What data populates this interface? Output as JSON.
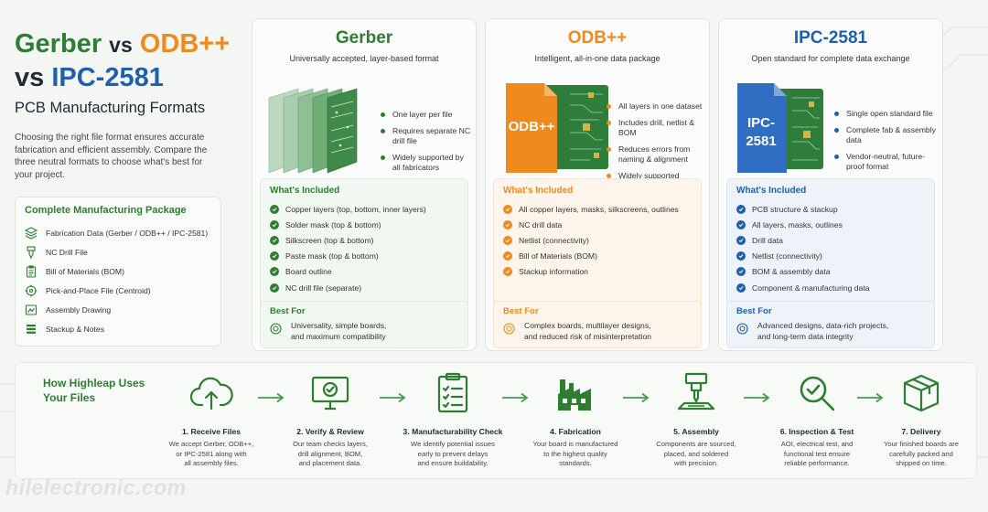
{
  "header": {
    "title_part1": "Gerber",
    "title_vs1": "vs",
    "title_part2": "ODB++",
    "title_vs2": "vs",
    "title_part3": "IPC-2581",
    "subtitle": "PCB Manufacturing Formats",
    "intro": "Choosing the right file format ensures accurate fabrication and efficient assembly. Compare the three neutral formats to choose what's best for your project."
  },
  "package": {
    "title": "Complete Manufacturing Package",
    "items": [
      {
        "label": "Fabrication Data (Gerber / ODB++ / IPC-2581)",
        "icon": "layers-icon"
      },
      {
        "label": "NC Drill File",
        "icon": "drill-icon"
      },
      {
        "label": "Bill of Materials (BOM)",
        "icon": "clipboard-icon"
      },
      {
        "label": "Pick-and-Place File (Centroid)",
        "icon": "crosshair-icon"
      },
      {
        "label": "Assembly Drawing",
        "icon": "drawing-icon"
      },
      {
        "label": "Stackup & Notes",
        "icon": "stack-icon"
      }
    ]
  },
  "formats": [
    {
      "name": "Gerber",
      "tagline": "Universally accepted, layer-based format",
      "color": "#2e7d32",
      "bullets": [
        "One layer per file",
        "Requires separate NC drill file",
        "Widely supported by all fabricators"
      ],
      "included_title": "What's Included",
      "included": [
        "Copper layers (top, bottom, inner layers)",
        "Solder mask (top & bottom)",
        "Silkscreen (top & bottom)",
        "Paste mask (top & bottom)",
        "Board outline",
        "NC drill file (separate)"
      ],
      "best_title": "Best For",
      "best_text": [
        "Universality, simple boards,",
        "and maximum compatibility"
      ]
    },
    {
      "name": "ODB++",
      "tagline": "Intelligent, all-in-one data package",
      "color": "#f08a1c",
      "badge": "ODB++",
      "bullets": [
        "All layers in one dataset",
        "Includes drill, netlist & BOM",
        "Reduces errors from naming & alignment",
        "Widely supported"
      ],
      "included_title": "What's Included",
      "included": [
        "All copper layers, masks, silkscreens, outlines",
        "NC drill data",
        "Netlist (connectivity)",
        "Bill of Materials (BOM)",
        "Stackup information"
      ],
      "best_title": "Best For",
      "best_text": [
        "Complex boards, multilayer designs,",
        "and reduced risk of misinterpretation"
      ]
    },
    {
      "name": "IPC-2581",
      "tagline": "Open standard for complete data exchange",
      "color": "#1f5fae",
      "badge_line1": "IPC-",
      "badge_line2": "2581",
      "bullets": [
        "Single open standard file",
        "Complete fab & assembly data",
        "Vendor-neutral, future-proof format"
      ],
      "included_title": "What's Included",
      "included": [
        "PCB structure & stackup",
        "All layers, masks, outlines",
        "Drill data",
        "Netlist (connectivity)",
        "BOM & assembly data",
        "Component & manufacturing data"
      ],
      "best_title": "Best For",
      "best_text": [
        "Advanced designs, data-rich projects,",
        "and long-term data integrity"
      ]
    }
  ],
  "process": {
    "title_line1": "How Highleap Uses",
    "title_line2": "Your Files",
    "steps": [
      {
        "title": "1. Receive Files",
        "desc": [
          "We accept Gerber, ODB++,",
          "or IPC-2581 along with",
          "all assembly files."
        ],
        "icon": "cloud-upload-icon"
      },
      {
        "title": "2. Verify & Review",
        "desc": [
          "Our team checks layers,",
          "drill alignment, BOM,",
          "and placement data."
        ],
        "icon": "monitor-check-icon"
      },
      {
        "title": "3. Manufacturability Check",
        "desc": [
          "We identify potential issues",
          "early to prevent delays",
          "and ensure buildability."
        ],
        "icon": "checklist-icon"
      },
      {
        "title": "4. Fabrication",
        "desc": [
          "Your board is manufactured",
          "to the highest quality",
          "standards."
        ],
        "icon": "factory-icon"
      },
      {
        "title": "5. Assembly",
        "desc": [
          "Components are sourced,",
          "placed, and soldered",
          "with precision."
        ],
        "icon": "pick-place-icon"
      },
      {
        "title": "6. Inspection & Test",
        "desc": [
          "AOI, electrical test, and",
          "functional test ensure",
          "reliable performance."
        ],
        "icon": "magnifier-check-icon"
      },
      {
        "title": "7. Delivery",
        "desc": [
          "Your finished boards are",
          "carefully packed and",
          "shipped on time."
        ],
        "icon": "box-icon"
      }
    ]
  },
  "watermark": "hilelectronic.com"
}
